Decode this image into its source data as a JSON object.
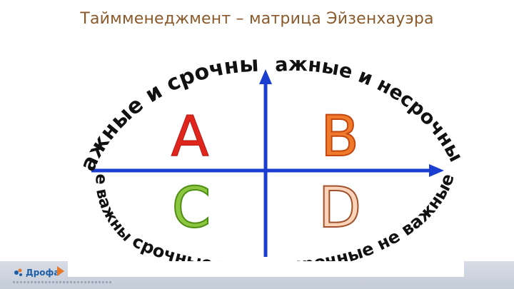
{
  "slide": {
    "title": "Таймменеджмент – матрица Эйзенхауэра"
  },
  "matrix": {
    "quadrants": [
      {
        "letter": "A",
        "color": "#e0261c",
        "fill": "#e0261c"
      },
      {
        "letter": "B",
        "color": "#cc4a14",
        "fill": "#f07a2c"
      },
      {
        "letter": "C",
        "color": "#4f8f16",
        "fill": "#8cc63f"
      },
      {
        "letter": "D",
        "color": "#a0522d",
        "fill": "#fbd3b8"
      }
    ],
    "arc_labels": {
      "top_left": "важные и срочные",
      "top_right": "важные и несрочные",
      "bottom_left": "не важные",
      "bottom_center_left": "срочные не",
      "bottom_right": "несрочные не важные"
    },
    "colors": {
      "axis": "#1a3fd0",
      "arc_text": "#111111"
    }
  },
  "footer": {
    "logo_text": "Дрофа",
    "logo_colors": {
      "primary": "#1f5fa8",
      "accent": "#e8772a"
    }
  }
}
